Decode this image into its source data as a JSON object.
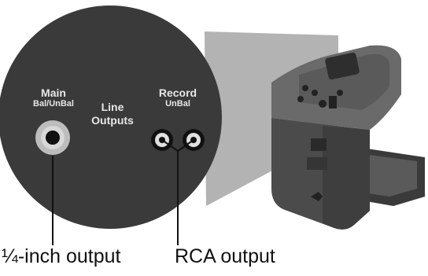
{
  "panel": {
    "main_label": "Main",
    "main_sub": "Bal/UnBal",
    "line_label_1": "Line",
    "line_label_2": "Outputs",
    "record_label": "Record",
    "record_sub": "UnBal"
  },
  "callouts": {
    "quarter_inch": "¼-inch output",
    "rca": "RCA output"
  },
  "colors": {
    "panel": "#3a3a3a",
    "magnify_wedge": "#b3b3b3",
    "device_body": "#4a4a4a",
    "text_light": "#e6e6e6"
  }
}
